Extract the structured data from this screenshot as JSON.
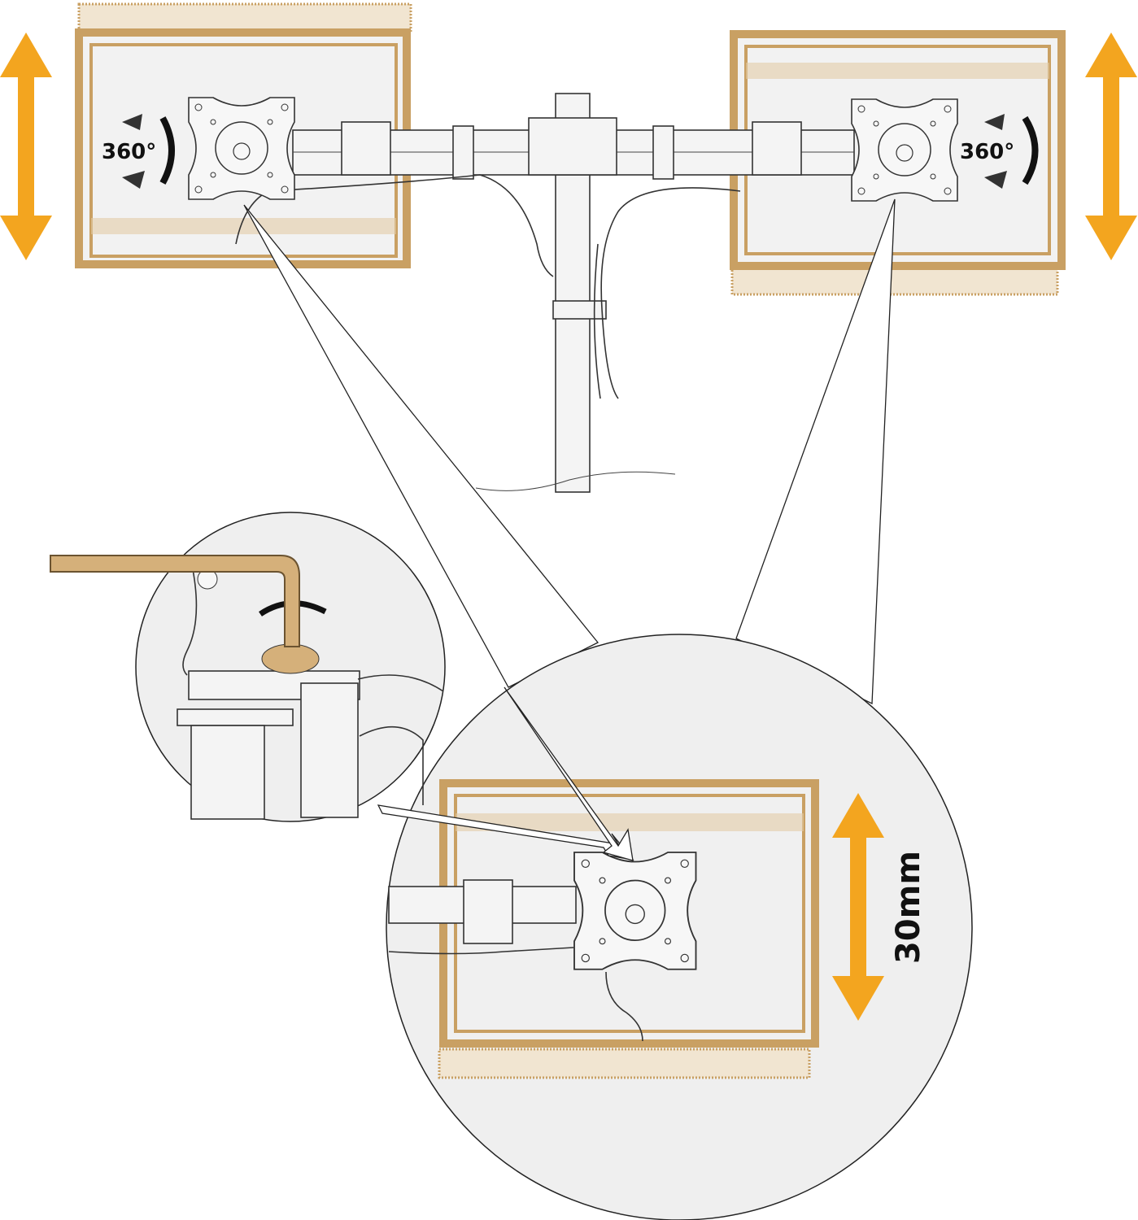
{
  "diagram": {
    "left_monitor": {
      "rotation_label": "360°"
    },
    "right_monitor": {
      "rotation_label": "360°"
    },
    "detail": {
      "height_adjust_label": "30mm"
    }
  },
  "colors": {
    "arrow": "#F3A51F",
    "frame": "#C9A063",
    "frame_light": "#E3CCA6",
    "detail_circle": "#EFEFEF"
  }
}
